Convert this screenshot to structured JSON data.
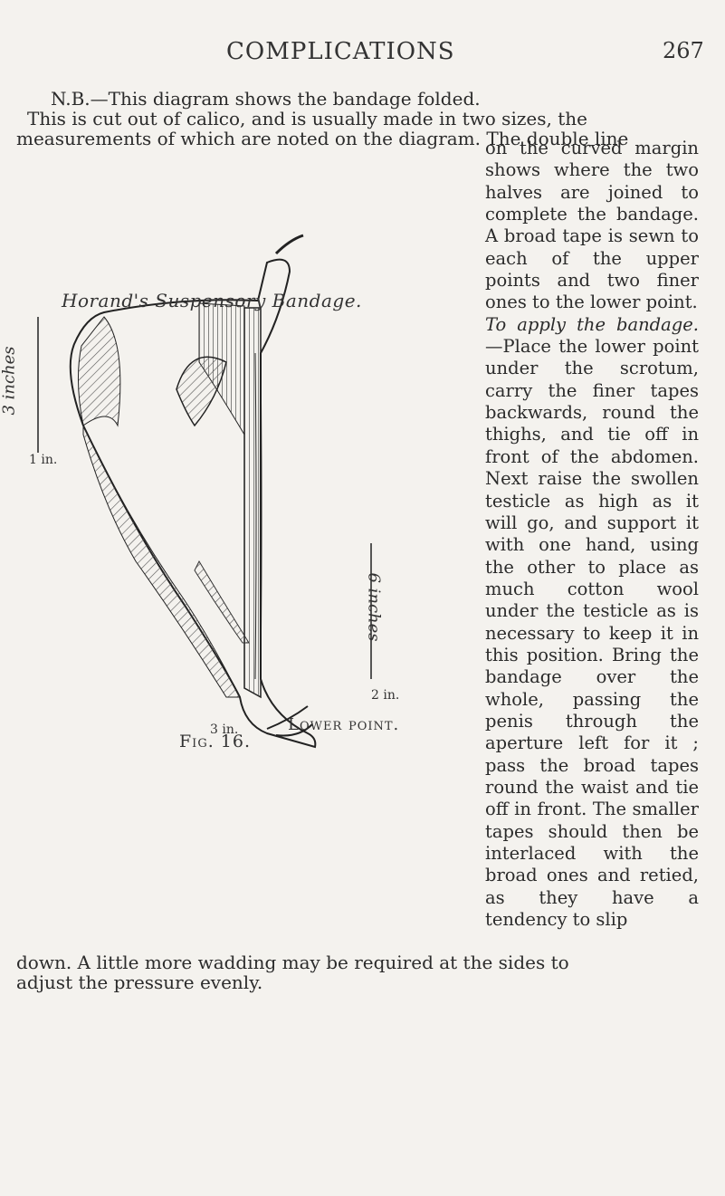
{
  "header": {
    "running_head": "COMPLICATIONS",
    "page_number": "267"
  },
  "intro_lines": [
    "N.B.—This diagram shows the bandage folded.",
    "This is cut out of calico, and is usually made in two sizes, the",
    "measurements of which are noted on the diagram. The double line"
  ],
  "right_column": {
    "para1": "on the curved margin shows where the two halves are joined to complete the bandage. A broad tape is sewn to each of the upper points and two finer ones to the lower point.",
    "para2_heading": "To apply the bandage.",
    "para2_body": "—Place the lower point under the scrotum, carry the finer tapes backwards, round the thighs, and tie off in front of the abdomen. Next raise the swollen testicle as high as it will go, and support it with one hand, using the other to place as much cotton wool under the testicle as is necessary to keep it in this position. Bring the bandage over the whole, passing the penis through the aperture left for it ; pass the broad tapes round the waist and tie off in front. The smaller tapes should then be interlaced with the broad ones and retied, as they have a tendency to slip"
  },
  "closing_lines": [
    "down. A little more wadding may be required at the sides to",
    "adjust the pressure evenly."
  ],
  "figure": {
    "title": "Horand's Suspensory Bandage.",
    "caption_lower": "Lower point.",
    "caption_fig": "Fig. 16.",
    "label_left": "3 inches",
    "label_left_small": "1 in.",
    "label_right": "6 inches",
    "label_right_small": "2 in.",
    "label_bottom": "3 in."
  }
}
